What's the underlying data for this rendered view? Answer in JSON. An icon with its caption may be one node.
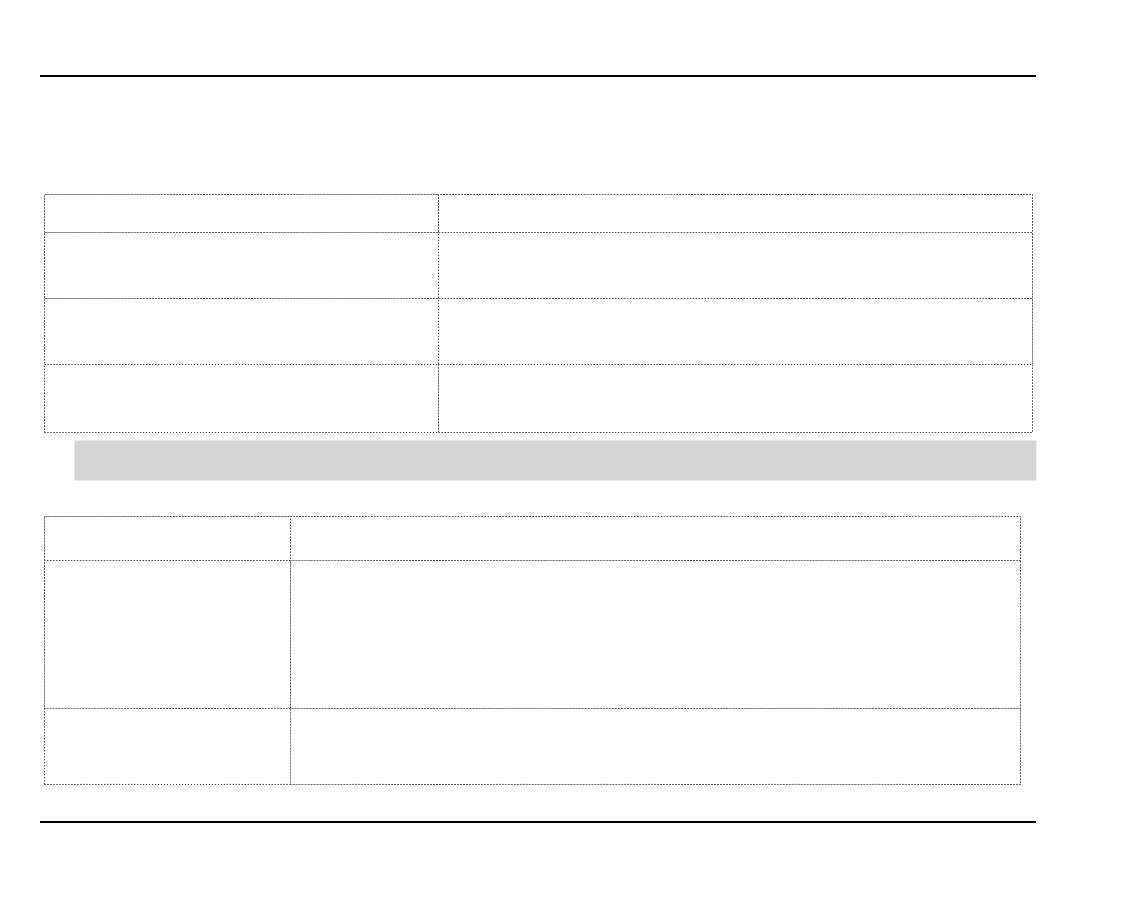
{
  "diagram": {
    "nodes": [
      {
        "text": [],
        "shape": "box"
      },
      {
        "text": [],
        "shape": "box",
        "in": 0
      },
      {
        "text": [],
        "shape": "box",
        "in": 0
      },
      {
        "text": [],
        "shape": "box",
        "in": 0
      },
      {
        "text": [],
        "shape": "box",
        "in": 0
      },
      {
        "text": [],
        "shape": "box",
        "in": 0
      },
      {
        "text": [],
        "shape": "box",
        "in": 0
      },
      {
        "text": [],
        "shape": "box",
        "in": 0
      },
      {
        "text": [],
        "shape": "box",
        "in": 0
      },
      {
        "text": [],
        "shape": "bar"
      },
      {
        "text": [],
        "shape": "box"
      },
      {
        "text": [],
        "shape": "box",
        "in": 10
      },
      {
        "text": [],
        "shape": "box",
        "in": 10
      },
      {
        "text": [],
        "shape": "box",
        "in": 10
      },
      {
        "text": [],
        "shape": "box",
        "in": 10
      },
      {
        "text": [],
        "shape": "box",
        "in": 10
      },
      {
        "text": [],
        "shape": "box",
        "in": 10
      }
    ]
  }
}
